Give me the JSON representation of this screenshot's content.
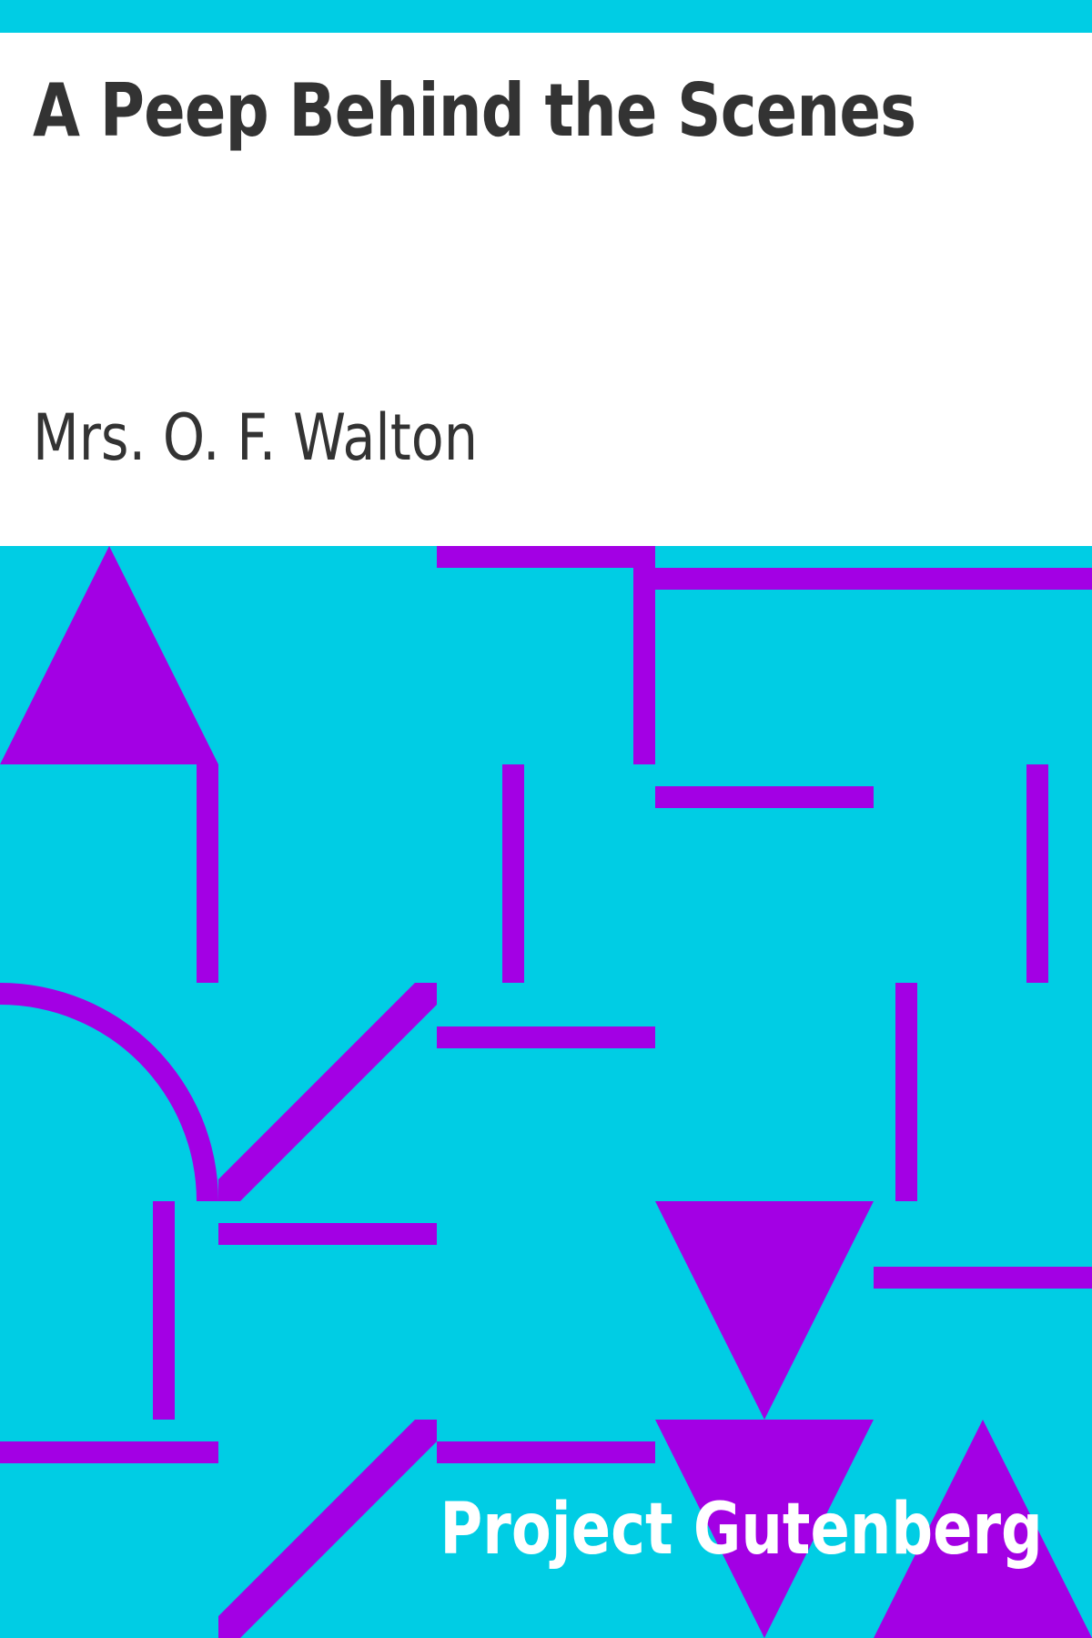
{
  "cover": {
    "title": "A Peep Behind the Scenes",
    "author": "Mrs. O. F. Walton",
    "publisher": "Project Gutenberg"
  },
  "colors": {
    "background": "#ffffff",
    "pattern_background": "#00CDE4",
    "pattern_shapes": "#A300E4",
    "title_text": "#333333",
    "publisher_text": "#ffffff"
  }
}
